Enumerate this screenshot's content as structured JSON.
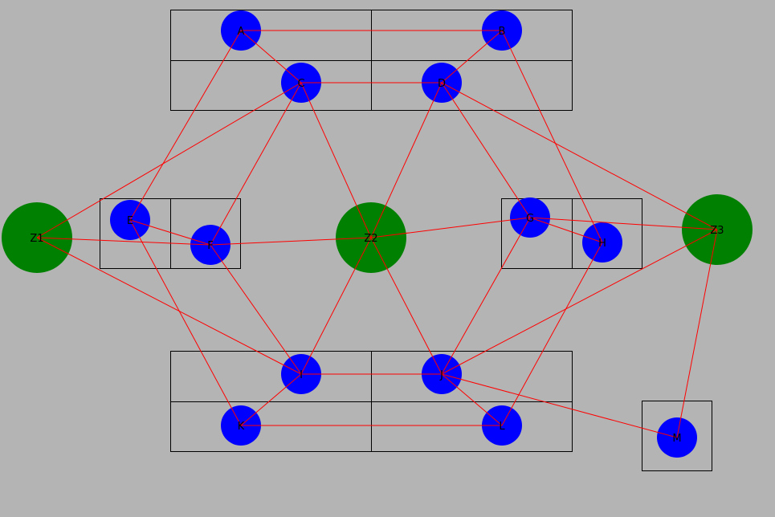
{
  "colors": {
    "background": "#b4b4b4",
    "grid_stroke": "#000000",
    "edge": "#ff0000",
    "node_blue": "#0000ff",
    "node_green": "#008000",
    "label": "#000000"
  },
  "nodes": [
    {
      "id": "A",
      "label": "A",
      "kind": "blue"
    },
    {
      "id": "B",
      "label": "B",
      "kind": "blue"
    },
    {
      "id": "C",
      "label": "C",
      "kind": "blue"
    },
    {
      "id": "D",
      "label": "D",
      "kind": "blue"
    },
    {
      "id": "E",
      "label": "E",
      "kind": "blue"
    },
    {
      "id": "F",
      "label": "F",
      "kind": "blue"
    },
    {
      "id": "G",
      "label": "G",
      "kind": "blue"
    },
    {
      "id": "H",
      "label": "H",
      "kind": "blue"
    },
    {
      "id": "I",
      "label": "I",
      "kind": "blue"
    },
    {
      "id": "J",
      "label": "J",
      "kind": "blue"
    },
    {
      "id": "K",
      "label": "K",
      "kind": "blue"
    },
    {
      "id": "L",
      "label": "L",
      "kind": "blue"
    },
    {
      "id": "M",
      "label": "M",
      "kind": "blue"
    },
    {
      "id": "Z1",
      "label": "Z1",
      "kind": "green"
    },
    {
      "id": "Z2",
      "label": "Z2",
      "kind": "green"
    },
    {
      "id": "Z3",
      "label": "Z3",
      "kind": "green"
    }
  ],
  "edges": [
    [
      "A",
      "B"
    ],
    [
      "C",
      "D"
    ],
    [
      "A",
      "C"
    ],
    [
      "B",
      "D"
    ],
    [
      "A",
      "E"
    ],
    [
      "C",
      "F"
    ],
    [
      "C",
      "Z2"
    ],
    [
      "D",
      "Z2"
    ],
    [
      "B",
      "H"
    ],
    [
      "D",
      "G"
    ],
    [
      "C",
      "Z1"
    ],
    [
      "D",
      "Z3"
    ],
    [
      "E",
      "F"
    ],
    [
      "E",
      "K"
    ],
    [
      "F",
      "I"
    ],
    [
      "Z1",
      "F"
    ],
    [
      "F",
      "Z2"
    ],
    [
      "Z2",
      "G"
    ],
    [
      "G",
      "H"
    ],
    [
      "G",
      "Z3"
    ],
    [
      "G",
      "J"
    ],
    [
      "H",
      "L"
    ],
    [
      "Z1",
      "I"
    ],
    [
      "Z2",
      "I"
    ],
    [
      "Z2",
      "J"
    ],
    [
      "J",
      "Z3"
    ],
    [
      "Z3",
      "M"
    ],
    [
      "I",
      "J"
    ],
    [
      "I",
      "K"
    ],
    [
      "J",
      "L"
    ],
    [
      "K",
      "L"
    ],
    [
      "J",
      "M"
    ]
  ]
}
